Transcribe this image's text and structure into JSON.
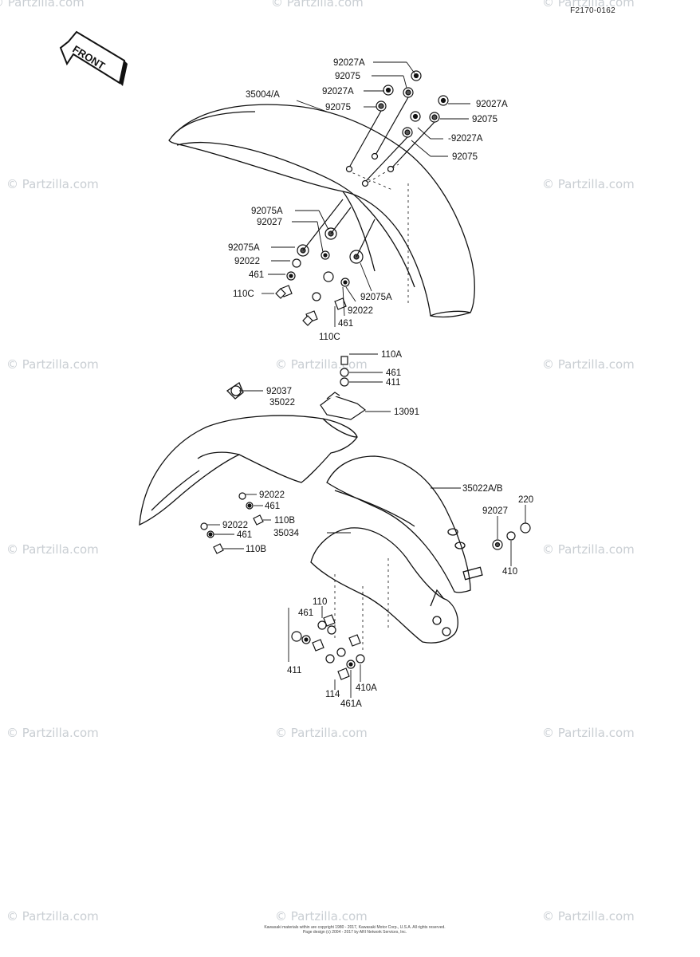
{
  "figure_code": "F2170-0162",
  "front_arrow": "FRONT",
  "watermark": "© Partzilla.com",
  "footer": {
    "line1": "Kawasaki materials within are copyright 1980 - 2017, Kawasaki Motor Corp., U.S.A. All rights reserved.",
    "line2": "Page design (c) 2004 - 2017 by ARI Network Services, Inc."
  },
  "callouts": {
    "front_fender": "35004/A",
    "f_92027A_a": "92027A",
    "f_92075_a": "92075",
    "f_92027A_b": "92027A",
    "f_92075_b": "92075",
    "f_92027A_c": "92027A",
    "f_92075_c": "92075",
    "f_92027A_d": "-92027A",
    "f_92075_d": "92075",
    "f_92075A_a": "92075A",
    "f_92027": "92027",
    "f_92075A_b": "92075A",
    "f_92022_a": "92022",
    "f_461_a": "461",
    "f_110C_a": "110C",
    "f_92075A_c": "92075A",
    "f_92022_b": "92022",
    "f_461_b": "461",
    "f_110C_b": "110C",
    "b_110A": "110A",
    "b_461": "461",
    "b_411": "411",
    "b_13091": "13091",
    "r_92037": "92037",
    "r_35022": "35022",
    "r_92022_a": "92022",
    "r_461_a": "461",
    "r_110B_a": "110B",
    "r_92022_b": "92022",
    "r_461_b": "461",
    "r_110B_b": "110B",
    "r_35022AB": "35022A/B",
    "r_220": "220",
    "r_92027": "92027",
    "r_410": "410",
    "r_35034": "35034",
    "r_110": "110",
    "r_461_c": "461",
    "r_411": "411",
    "r_114": "114",
    "r_461A": "461A",
    "r_410A": "410A"
  }
}
